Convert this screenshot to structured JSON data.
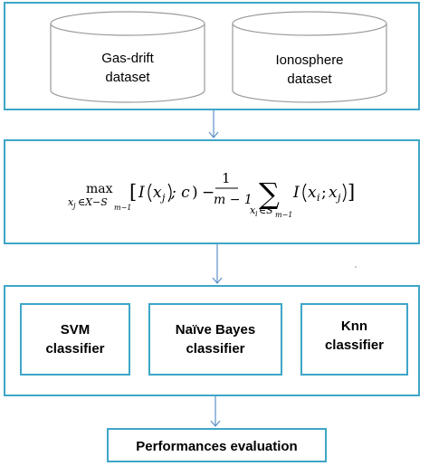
{
  "datasets": [
    {
      "line1": "Gas-drift",
      "line2": "dataset"
    },
    {
      "line1": "Ionosphere",
      "line2": "dataset"
    }
  ],
  "formula": {
    "max": "max",
    "max_sub": "x",
    "max_sub_j": "j",
    "max_sub_in": "∈X−S",
    "max_sub_sub": "m−1",
    "bracket_open": "[",
    "I1": "I",
    "x1": "x",
    "x1_sub": "j",
    "c": "; c",
    "minus": "−",
    "frac_num": "1",
    "frac_den": "m − 1",
    "sum": "∑",
    "sum_sub_x": "x",
    "sum_sub_i": "i",
    "sum_sub_in": "∈S",
    "sum_sub_sub": "m−1",
    "I2": "I",
    "x2": "x",
    "x2_sub": "i",
    "sep": ";",
    "x3": "x",
    "x3_sub": "j",
    "bracket_close": "]"
  },
  "classifiers": [
    {
      "line1": "SVM",
      "line2": "classifier"
    },
    {
      "line1": "Naïve Bayes",
      "line2": "classifier"
    },
    {
      "line1": "Knn",
      "line2": "classifier"
    }
  ],
  "evaluation": {
    "label": "Performances evaluation"
  },
  "colors": {
    "border": "#3ea6c8",
    "arrow": "#5b8fc7"
  }
}
